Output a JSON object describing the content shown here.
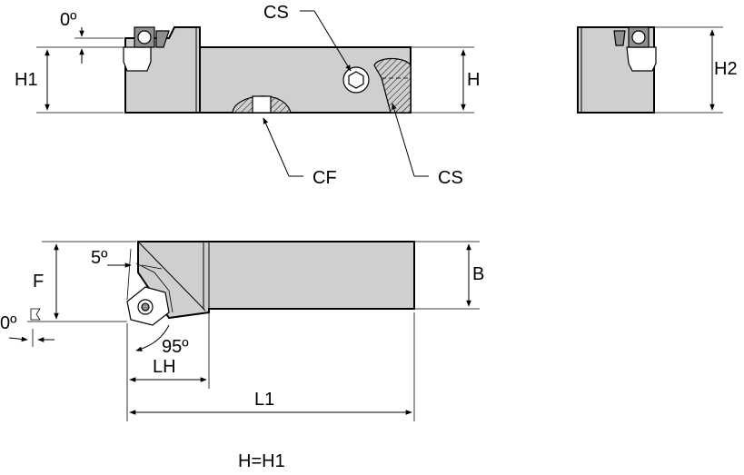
{
  "labels": {
    "h1": "H1",
    "h": "H",
    "h2": "H2",
    "angle_top": "0º",
    "cs_top": "CS",
    "cf": "CF",
    "cs_bottom": "CS",
    "f": "F",
    "b": "B",
    "angle_5": "5º",
    "angle_0_left": "0º",
    "angle_95": "95º",
    "lh": "LH",
    "l1": "L1",
    "note": "H=H1"
  }
}
